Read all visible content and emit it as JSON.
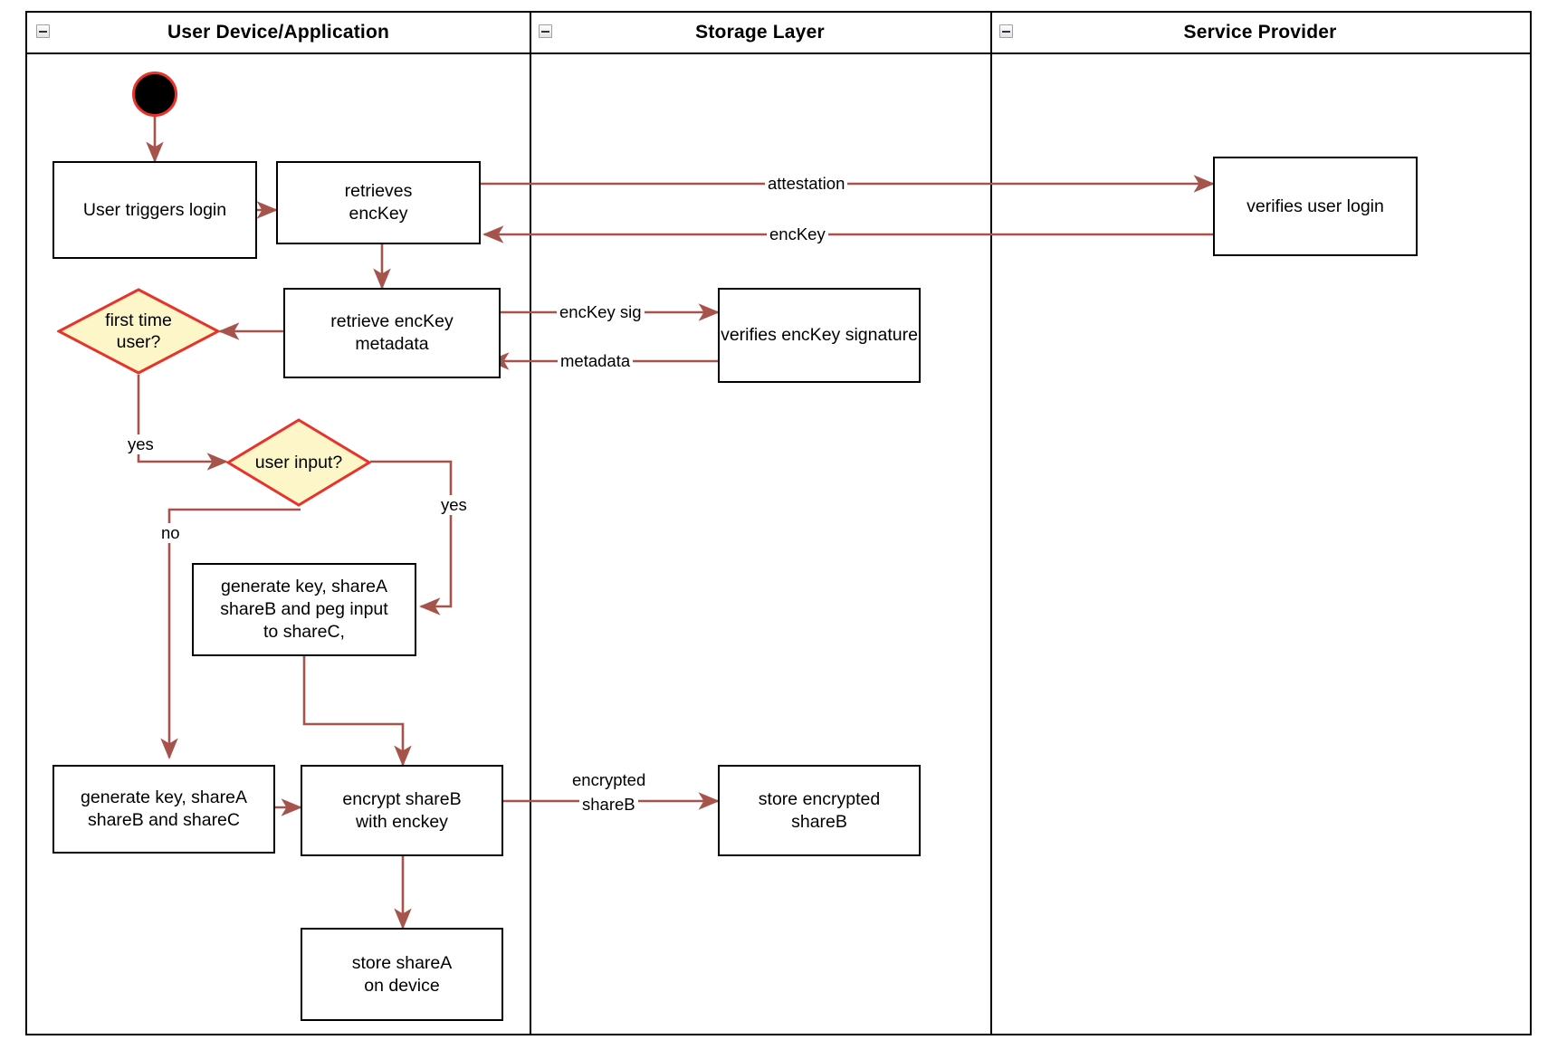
{
  "diagram": {
    "type": "uml-activity-swimlane",
    "accent_edge_color": "#a6534b",
    "decision_fill": "#fcf6c8",
    "decision_stroke": "#e8332a",
    "node_stroke": "#000000",
    "start_node_fill": "#000000",
    "start_node_stroke": "#e8332a"
  },
  "lanes": [
    {
      "id": "lane-user-device",
      "title": "User Device/Application",
      "collapse_icon": "minus-box-icon"
    },
    {
      "id": "lane-storage",
      "title": "Storage Layer",
      "collapse_icon": "minus-box-icon"
    },
    {
      "id": "lane-service-provider",
      "title": "Service Provider",
      "collapse_icon": "minus-box-icon"
    }
  ],
  "nodes": {
    "start": {
      "name": "start-node",
      "label": ""
    },
    "user_triggers_login": {
      "label": "User triggers login"
    },
    "retrieves_enckey": {
      "label_line1": "retrieves",
      "label_line2": "encKey"
    },
    "verifies_user_login": {
      "label": "verifies user login"
    },
    "retrieve_enckey_metadata": {
      "label_line1": "retrieve encKey",
      "label_line2": "metadata"
    },
    "verifies_enckey_signature": {
      "label": "verifies encKey signature"
    },
    "first_time_user": {
      "label_line1": "first time",
      "label_line2": "user?"
    },
    "user_input": {
      "label": "user input?"
    },
    "generate_key_peg": {
      "label_line1": "generate key, shareA",
      "label_line2": "shareB and peg input",
      "label_line3": "to shareC,"
    },
    "generate_key_shares": {
      "label_line1": "generate key, shareA",
      "label_line2": "shareB and shareC"
    },
    "encrypt_shareb": {
      "label_line1": "encrypt shareB",
      "label_line2": "with enckey"
    },
    "store_encrypted_shareb": {
      "label_line1": "store encrypted",
      "label_line2": "shareB"
    },
    "store_sharea_on_device": {
      "label_line1": "store shareA",
      "label_line2": "on device"
    }
  },
  "edge_labels": {
    "attestation": "attestation",
    "enckey": "encKey",
    "enckey_sig": "encKey sig",
    "metadata": "metadata",
    "first_time_yes": "yes",
    "user_input_yes": "yes",
    "user_input_no": "no",
    "encrypted_shareb_line1": "encrypted",
    "encrypted_shareb_line2": "shareB"
  }
}
